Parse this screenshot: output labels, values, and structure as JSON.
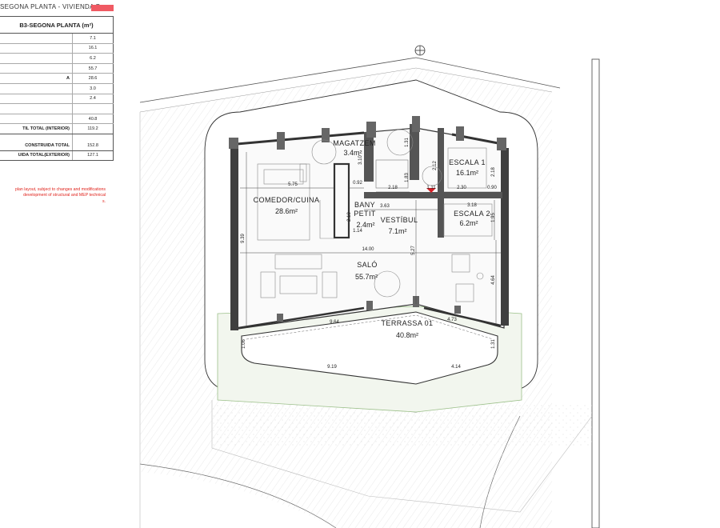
{
  "header": {
    "title": "SEGONA PLANTA - VIVIENDA B",
    "swatch_color": "#f05a63"
  },
  "table": {
    "heading": "B3-SEGONA PLANTA (m²)",
    "rows": [
      {
        "label": "",
        "value": "7.1"
      },
      {
        "label": "",
        "value": "16.1"
      },
      {
        "label": "",
        "value": "6.2"
      },
      {
        "label": "",
        "value": "55.7"
      },
      {
        "label": "A",
        "value": "28.6"
      },
      {
        "label": "",
        "value": "3.0"
      },
      {
        "label": "",
        "value": "2.4"
      },
      {
        "label": "",
        "value": ""
      },
      {
        "label": "",
        "value": "40.8"
      },
      {
        "label": "TIL TOTAL (INTERIOR)",
        "value": "119.2"
      },
      {
        "label": "CONSTRUIDA TOTAL",
        "value": "152.8"
      },
      {
        "label": "UIDA TOTAL(EXTERIOR)",
        "value": "127.1"
      }
    ],
    "note": [
      "plan layout, subject to changes and modifications",
      "development of structural and MEP technical",
      "s."
    ],
    "note_color": "#e0221b"
  },
  "rooms": {
    "magatzem": {
      "name": "MAGATZEM",
      "area": "3.4m²"
    },
    "escala1": {
      "name": "ESCALA 1",
      "area": "16.1m²"
    },
    "comedor": {
      "name": "COMEDOR/CUINA",
      "area": "28.6m²"
    },
    "bany_a": {
      "name": "BANY",
      "name2": "PETIT",
      "area": "2.4m²"
    },
    "vestibul": {
      "name": "VESTÍBUL",
      "area": "7.1m²"
    },
    "escala2": {
      "name": "ESCALA 2",
      "area": "6.2m²"
    },
    "salo": {
      "name": "SALÓ",
      "area": "55.7m²"
    },
    "terrassa": {
      "name": "TERRASSA 01",
      "area": "40.8m²"
    }
  },
  "dimensions": {
    "d575": "5.75",
    "d092a": "0.92",
    "d218a": "2.18",
    "d111": "1.11",
    "d230": "2.30",
    "d090": "0.90",
    "d318": "3.18",
    "d363": "3.63",
    "d114": "1.14",
    "d1400": "14.00",
    "d939": "9.39",
    "d527": "5.27",
    "d464": "4.64",
    "d195": "1.95",
    "d310": "3.10",
    "d183": "1.83",
    "d212": "2.12",
    "d218b": "2.18",
    "d131a": "1.31",
    "d210": "2.10",
    "d964": "9.64",
    "d473": "4.73",
    "d106": "1.06",
    "d131b": "1.31",
    "d919": "9.19",
    "d414": "4.14"
  },
  "colors": {
    "wall": "#3f3f3f",
    "glass": "#3a3a3a",
    "marker": "#d81f26",
    "terrace_fill": "#f2f6ee",
    "hatch": "#d2d2d2"
  }
}
